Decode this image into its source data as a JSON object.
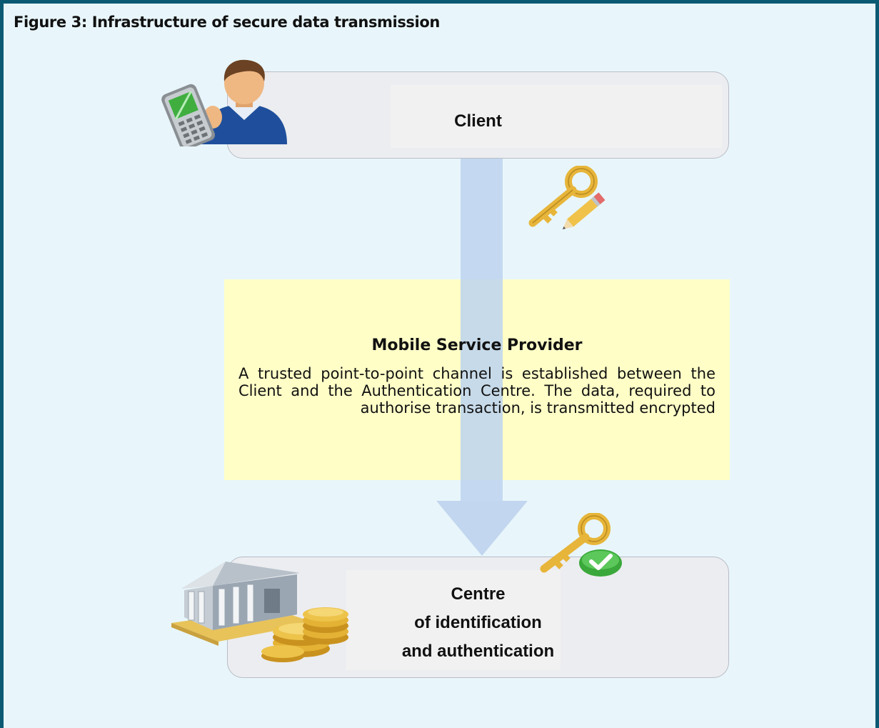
{
  "figure": {
    "title": "Figure 3: Infrastructure of secure data transmission"
  },
  "client": {
    "label": "Client"
  },
  "provider": {
    "title": "Mobile Service Provider",
    "description": "A trusted point-to-point channel is established between the Client and the Authentication Centre. The data, required to authorise transaction, is transmitted encrypted"
  },
  "centre": {
    "line1": "Centre",
    "line2": "of identification",
    "line3": "and authentication"
  },
  "icons": {
    "client": "person-with-phone-icon",
    "key_signing": "key-pencil-icon",
    "key_verified": "key-checkmark-icon",
    "centre": "bank-coins-icon"
  },
  "colors": {
    "frame_border": "#0b5a74",
    "background": "#e8f6fb",
    "provider_box": "#fffec7",
    "arrow": "#bdd3ee",
    "key_gold": "#e7b53a",
    "check_green": "#3aa83a"
  }
}
